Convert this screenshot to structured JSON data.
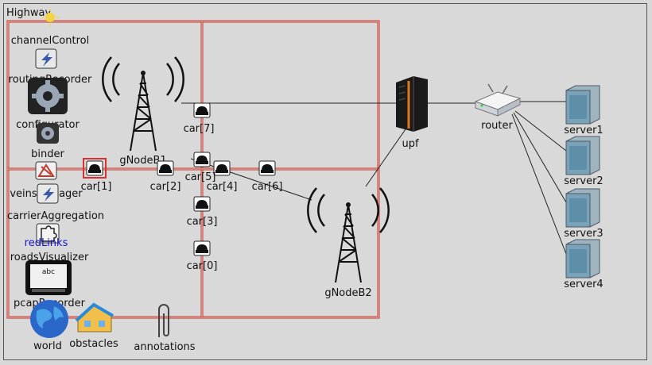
{
  "scene": {
    "title": "Highway"
  },
  "modules": {
    "channel_control": "channelControl",
    "routing_recorder": "routingRecorder",
    "configurator": "configurator",
    "binder": "binder",
    "veins_manager": "veinsManager",
    "carrier_aggregation": "carrierAggregation",
    "red_links": "redLinks",
    "roads_visualizer": "roadsVisualizer",
    "pcap_recorder": "pcapRecorder",
    "world": "world",
    "obstacles": "obstacles",
    "annotations": "annotations"
  },
  "network": {
    "gnodeb1": "gNodeB1",
    "gnodeb2": "gNodeB2",
    "upf": "upf",
    "router": "router",
    "servers": [
      "server1",
      "server2",
      "server3",
      "server4"
    ]
  },
  "cars": {
    "car0": "car[0]",
    "car1": "car[1]",
    "car2": "car[2]",
    "car3": "car[3]",
    "car4": "car[4]",
    "car5": "car[5]",
    "car6": "car[6]",
    "car7": "car[7]"
  },
  "colors": {
    "road": "#c0392b",
    "road_inner": "#e8b4b4",
    "selection": "#d93030"
  }
}
